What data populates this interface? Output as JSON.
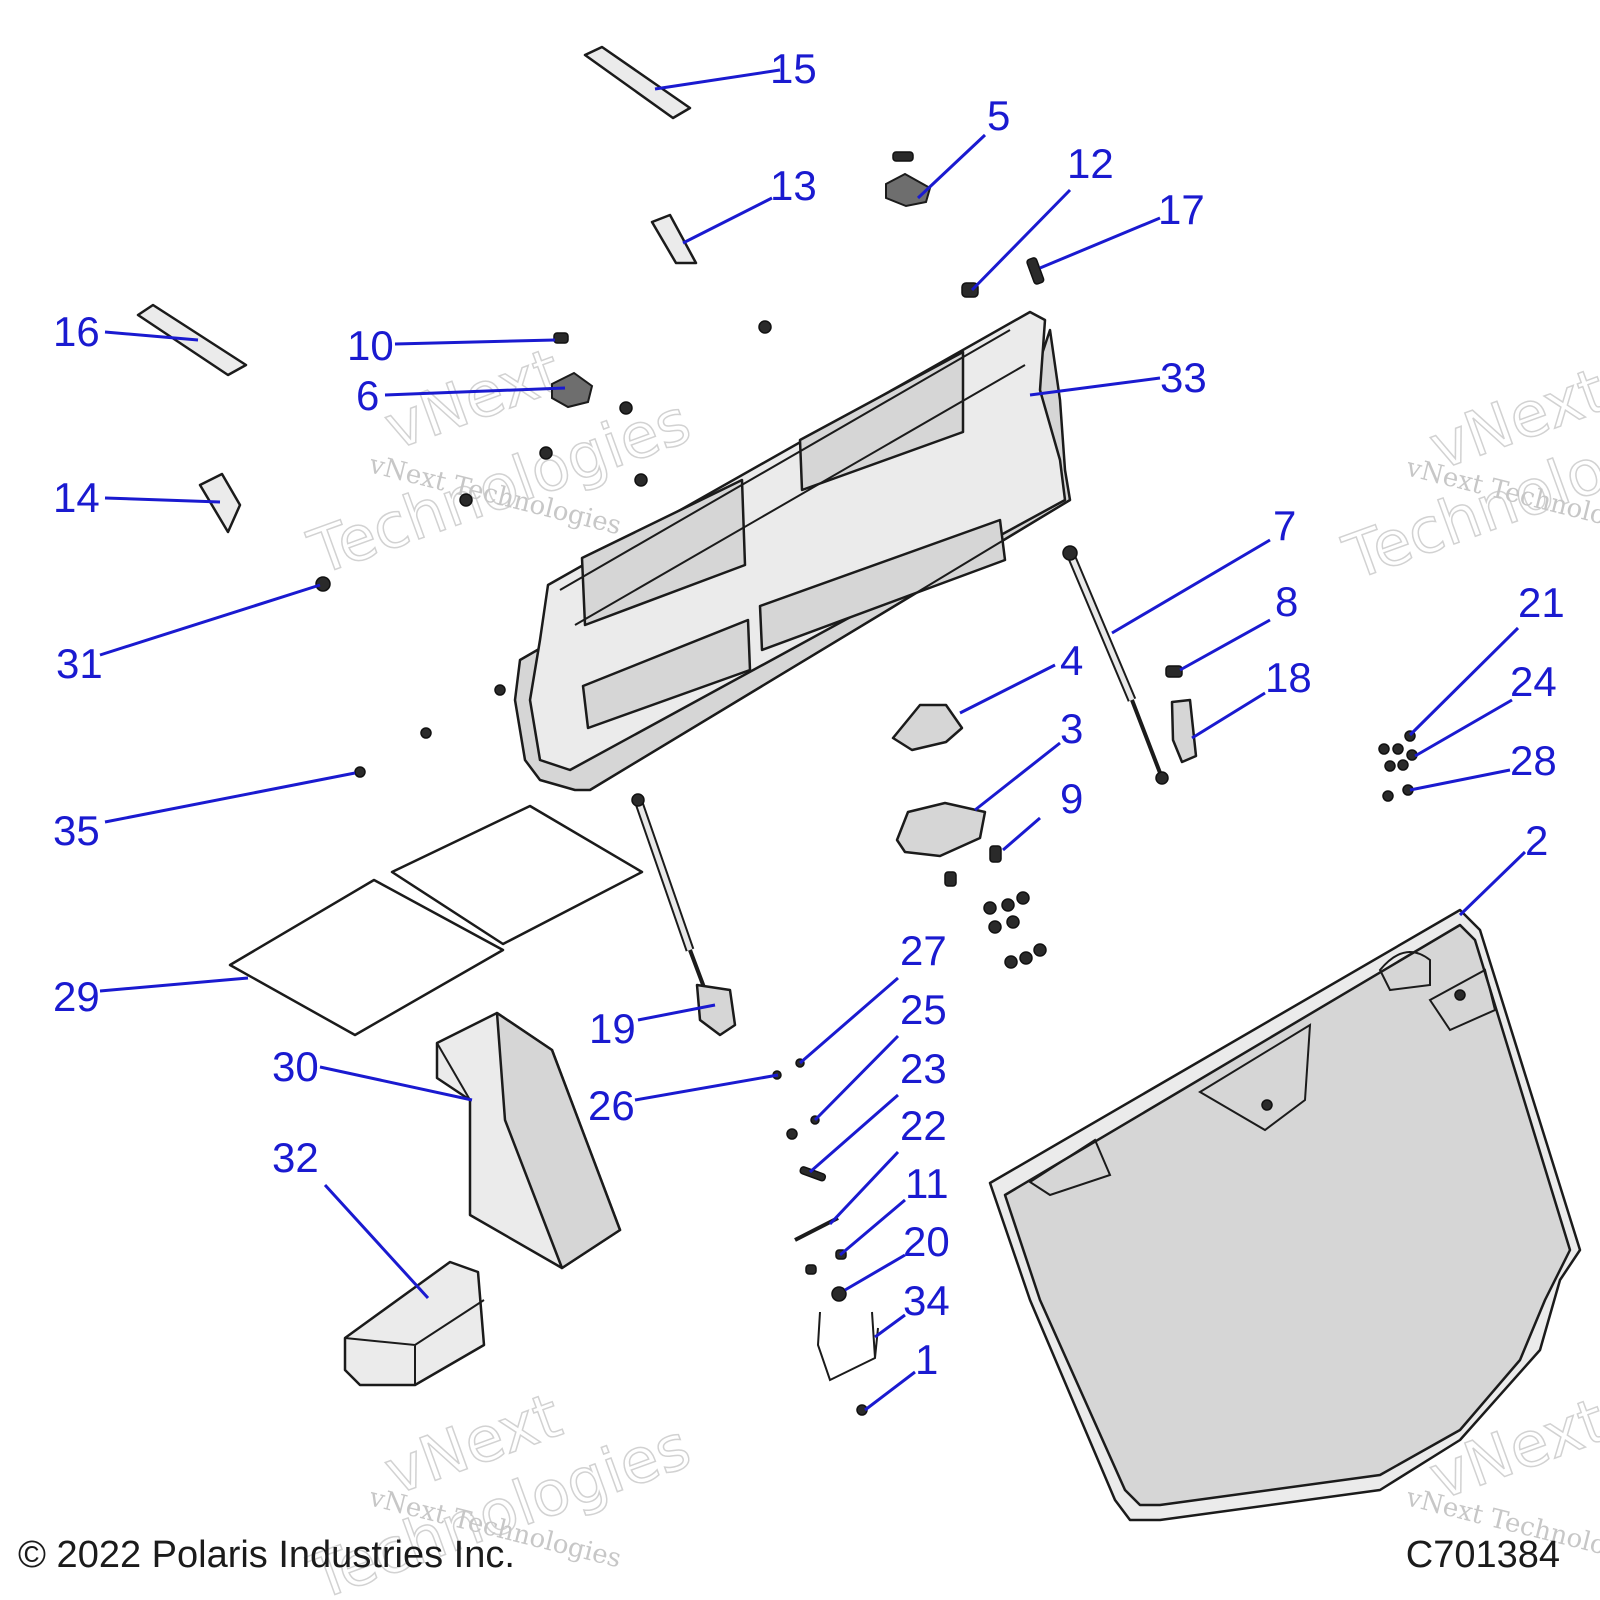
{
  "callouts": [
    {
      "id": "c1",
      "label": "1"
    },
    {
      "id": "c2",
      "label": "2"
    },
    {
      "id": "c3",
      "label": "3"
    },
    {
      "id": "c4",
      "label": "4"
    },
    {
      "id": "c5",
      "label": "5"
    },
    {
      "id": "c6",
      "label": "6"
    },
    {
      "id": "c7",
      "label": "7"
    },
    {
      "id": "c8",
      "label": "8"
    },
    {
      "id": "c9",
      "label": "9"
    },
    {
      "id": "c10",
      "label": "10"
    },
    {
      "id": "c11",
      "label": "11"
    },
    {
      "id": "c12",
      "label": "12"
    },
    {
      "id": "c13",
      "label": "13"
    },
    {
      "id": "c14",
      "label": "14"
    },
    {
      "id": "c15",
      "label": "15"
    },
    {
      "id": "c16",
      "label": "16"
    },
    {
      "id": "c17",
      "label": "17"
    },
    {
      "id": "c18",
      "label": "18"
    },
    {
      "id": "c19",
      "label": "19"
    },
    {
      "id": "c20",
      "label": "20"
    },
    {
      "id": "c21",
      "label": "21"
    },
    {
      "id": "c22",
      "label": "22"
    },
    {
      "id": "c23",
      "label": "23"
    },
    {
      "id": "c24",
      "label": "24"
    },
    {
      "id": "c25",
      "label": "25"
    },
    {
      "id": "c26",
      "label": "26"
    },
    {
      "id": "c27",
      "label": "27"
    },
    {
      "id": "c28",
      "label": "28"
    },
    {
      "id": "c29",
      "label": "29"
    },
    {
      "id": "c30",
      "label": "30"
    },
    {
      "id": "c31",
      "label": "31"
    },
    {
      "id": "c32",
      "label": "32"
    },
    {
      "id": "c33",
      "label": "33"
    },
    {
      "id": "c34",
      "label": "34"
    },
    {
      "id": "c35",
      "label": "35"
    }
  ],
  "watermark": {
    "line1": "vNext Technologies",
    "big1": "vNext",
    "big2": "Technologies"
  },
  "footer": {
    "copyright": "© 2022 Polaris Industries Inc.",
    "figure_id": "C701384"
  },
  "colors": {
    "callout": "#1a1ad0",
    "part_fill": "#d6d6d6",
    "outline": "#1b1b1b"
  }
}
